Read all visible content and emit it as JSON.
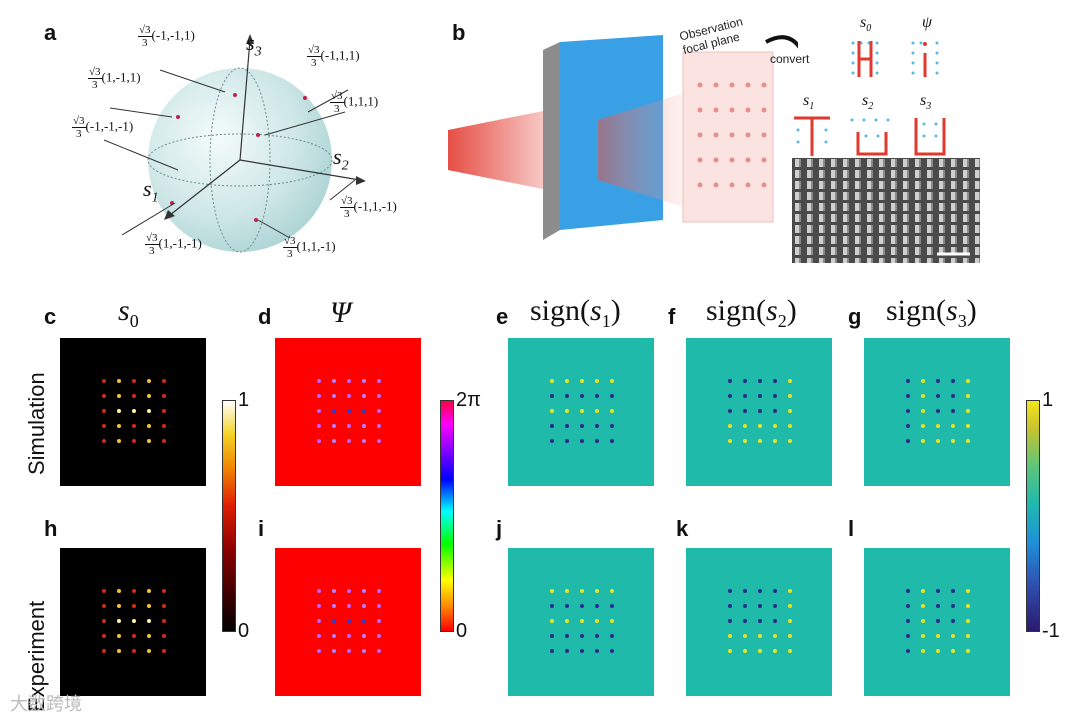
{
  "panel_labels": [
    "a",
    "b",
    "c",
    "d",
    "e",
    "f",
    "g",
    "h",
    "i",
    "j",
    "k",
    "l"
  ],
  "sphere": {
    "axis_labels": {
      "s1": "s",
      "s1_sub": "1",
      "s2": "s",
      "s2_sub": "2",
      "s3": "s",
      "s3_sub": "3"
    },
    "points": [
      {
        "frac": "√3/3",
        "coords": "(-1,-1,1)"
      },
      {
        "frac": "√3/3",
        "coords": "(-1,1,1)"
      },
      {
        "frac": "√3/3",
        "coords": "(1,-1,1)"
      },
      {
        "frac": "√3/3",
        "coords": "(1,1,1)"
      },
      {
        "frac": "√3/3",
        "coords": "(-1,-1,-1)"
      },
      {
        "frac": "√3/3",
        "coords": "(-1,1,-1)"
      },
      {
        "frac": "√3/3",
        "coords": "(1,-1,-1)"
      },
      {
        "frac": "√3/3",
        "coords": "(1,1,-1)"
      }
    ],
    "frac_num": "√3",
    "frac_den": "3"
  },
  "panel_b": {
    "observation_label_1": "Observation",
    "observation_label_2": "focal  plane",
    "convert_label": "convert",
    "pattern_labels": [
      "s",
      "ψ",
      "s",
      "s",
      "s"
    ],
    "pattern_subs": [
      "0",
      "",
      "1",
      "2",
      "3"
    ]
  },
  "columns": {
    "c_title": "s",
    "c_sub": "0",
    "d_title": "Ψ",
    "e_title": "sign",
    "e_sub": "1",
    "f_title": "sign",
    "f_sub": "2",
    "g_title": "sign",
    "g_sub": "3"
  },
  "rows": {
    "simulation": "Simulation",
    "experiment": "Experiment"
  },
  "colorbars": {
    "intensity": {
      "max": "1",
      "min": "0"
    },
    "phase": {
      "max": "2π",
      "min": "0"
    },
    "sign": {
      "max": "1",
      "min": "-1"
    }
  },
  "colors": {
    "s0_bg": "#000000",
    "phase_bg": "#ff0000",
    "sign_bg": "#1fbaaa",
    "sign_pos": "#e8e41c",
    "sign_neg": "#2a2a90",
    "accent_red": "#e02a22",
    "metasurface_blue": "#3aa0e6"
  },
  "grids": {
    "s0_sim": [
      [
        1,
        2,
        1,
        2,
        1
      ],
      [
        1,
        2,
        1,
        2,
        1
      ],
      [
        1,
        3,
        3,
        3,
        1
      ],
      [
        1,
        2,
        1,
        2,
        1
      ],
      [
        1,
        2,
        1,
        2,
        1
      ]
    ],
    "sign_e": [
      [
        1,
        1,
        1,
        1,
        1
      ],
      [
        -1,
        -1,
        -1,
        -1,
        -1
      ],
      [
        1,
        1,
        1,
        1,
        1
      ],
      [
        -1,
        -1,
        -1,
        -1,
        -1
      ],
      [
        -1,
        -1,
        -1,
        -1,
        -1
      ]
    ],
    "sign_f": [
      [
        -1,
        -1,
        -1,
        -1,
        1
      ],
      [
        -1,
        -1,
        -1,
        -1,
        1
      ],
      [
        -1,
        -1,
        -1,
        -1,
        1
      ],
      [
        1,
        1,
        1,
        1,
        1
      ],
      [
        1,
        1,
        1,
        1,
        1
      ]
    ],
    "sign_g": [
      [
        -1,
        1,
        -1,
        -1,
        1
      ],
      [
        -1,
        1,
        -1,
        -1,
        1
      ],
      [
        -1,
        1,
        -1,
        -1,
        1
      ],
      [
        -1,
        1,
        1,
        1,
        1
      ],
      [
        -1,
        1,
        1,
        1,
        1
      ]
    ]
  },
  "watermark": "大数跨境"
}
